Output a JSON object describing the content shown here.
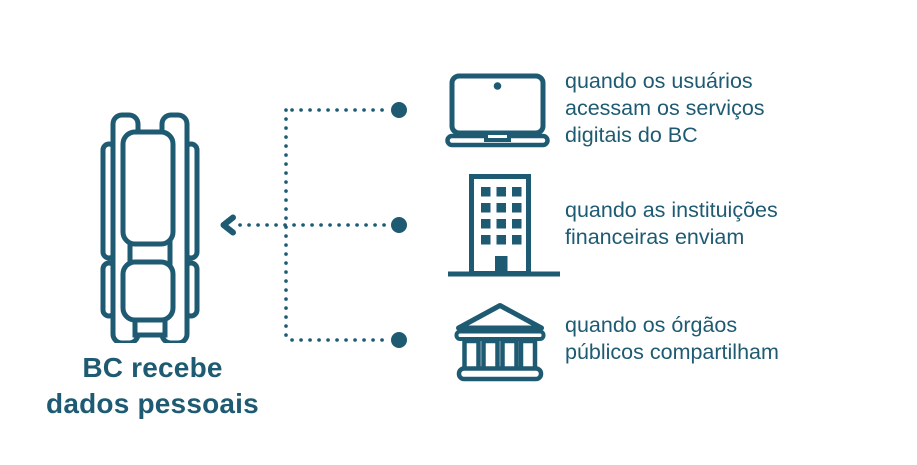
{
  "meta": {
    "background_color": "#ffffff",
    "ink_color": "#1e5b73",
    "language": "pt-BR"
  },
  "bc": {
    "icon": "bc-building-icon",
    "title_line1": "BC recebe",
    "title_line2": "dados pessoais"
  },
  "connector": {
    "style": "dotted",
    "arrow_direction": "left",
    "arrow": "left-arrow-icon",
    "endpoint_dots": 3
  },
  "sources": [
    {
      "id": "digital-services",
      "icon": "laptop-icon",
      "lines": [
        "quando os usuários",
        "acessam os serviços",
        "digitais do BC"
      ]
    },
    {
      "id": "financial-institutions",
      "icon": "office-building-icon",
      "lines": [
        "quando as instituições",
        "financeiras enviam"
      ]
    },
    {
      "id": "public-agencies",
      "icon": "bank-icon",
      "lines": [
        "quando os órgãos",
        "públicos compartilham"
      ]
    }
  ]
}
